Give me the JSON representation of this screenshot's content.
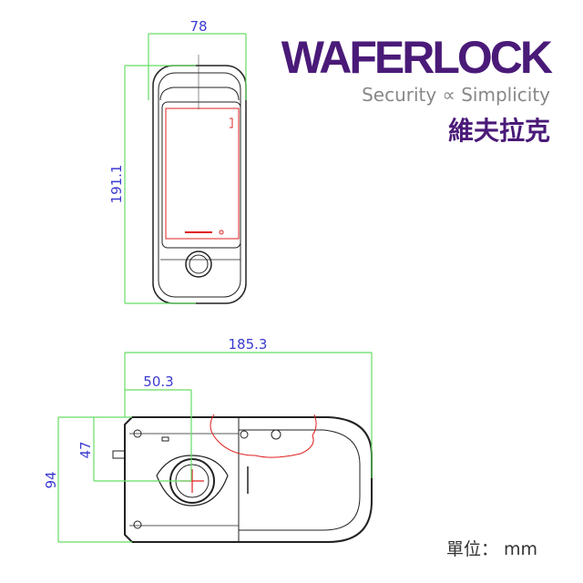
{
  "brand": {
    "logo": "WAFERLOCK",
    "tagline": "Security ∝ Simplicity",
    "chinese_name": "維夫拉克",
    "color": "#4a1a78"
  },
  "front_view": {
    "width_label": "78",
    "height_label": "191.1"
  },
  "side_view": {
    "length_label": "185.3",
    "cylinder_offset_label": "50.3",
    "height_label": "94",
    "cylinder_height_label": "47"
  },
  "unit_label": "單位： mm",
  "colors": {
    "dimension_line": "#66dd66",
    "dimension_text": "#3a3ad0",
    "outline": "#222222",
    "highlight": "#e02020"
  }
}
